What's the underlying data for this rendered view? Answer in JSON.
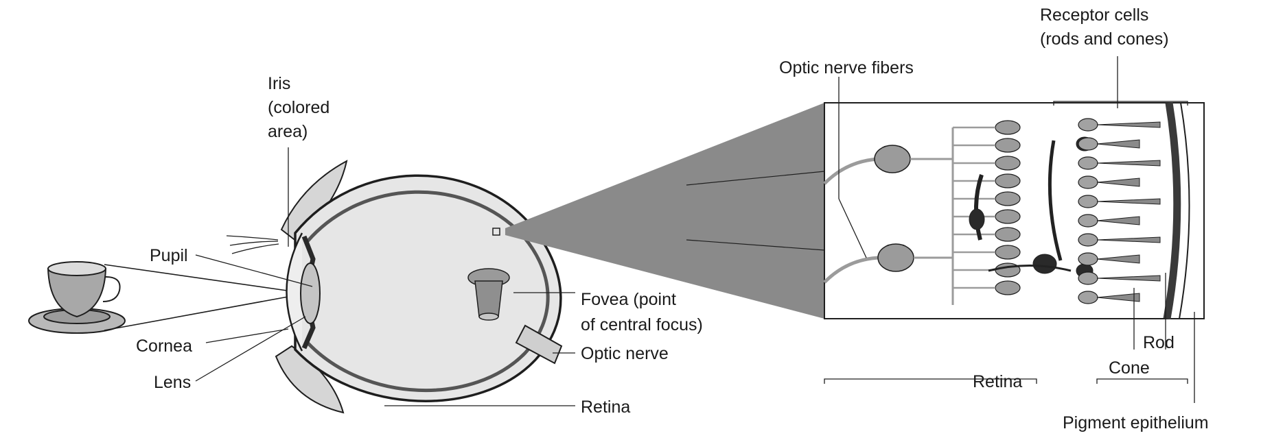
{
  "colors": {
    "page_background": "#ffffff",
    "label_text": "#1a1a1a",
    "line": "#1e1e1e",
    "projection_wedge": "#8a8a8a",
    "cell_body": "#9b9b9b",
    "dark_cell": "#2a2a2a",
    "pigment_layer": "#3a3a3a"
  },
  "eye_labels": {
    "iris_line1": "Iris",
    "iris_line2": "(colored",
    "iris_line3": "area)",
    "pupil": "Pupil",
    "cornea": "Cornea",
    "lens": "Lens",
    "fovea_line1": "Fovea (point",
    "fovea_line2": "of central focus)",
    "optic_nerve": "Optic nerve",
    "retina": "Retina"
  },
  "retina_labels": {
    "optic_nerve_fibers": "Optic nerve fibers",
    "receptor_cells_line1": "Receptor cells",
    "receptor_cells_line2": "(rods and cones)",
    "retina": "Retina",
    "cone": "Cone",
    "rod": "Rod",
    "pigment_epithelium": "Pigment epithelium"
  },
  "icons": [
    "teacup-icon",
    "eyeball-icon",
    "inverted-image-icon",
    "retina-cell-layers-icon"
  ]
}
